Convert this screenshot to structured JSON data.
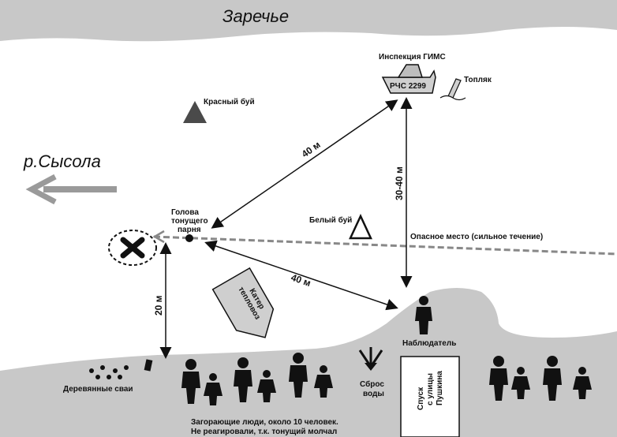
{
  "places": {
    "far_bank": "Заречье",
    "river": "р.Сысола"
  },
  "labels": {
    "red_buoy": "Красный буй",
    "white_buoy": "Белый буй",
    "inspection": "Инспекция ГИМС",
    "boat_id": "РЧС 2299",
    "drowned": "Топляк",
    "head_line1": "Голова",
    "head_line2": "тонущего",
    "head_line3": "парня",
    "danger": "Опасное место (сильное течение)",
    "observer": "Наблюдатель",
    "piles": "Деревянные сваи",
    "discharge_line1": "Сброс",
    "discharge_line2": "воды",
    "descent_line1": "Спуск",
    "descent_line2": "с улицы",
    "descent_line3": "Пушкина",
    "sunbathers_line1": "Загорающие люди, около 10 человек.",
    "sunbathers_line2": "Не реагировали, т.к. тонущий молчал",
    "katamaran_line1": "Катер",
    "katamaran_line2": "тепловоз"
  },
  "distances": {
    "to_inspection": "40 м",
    "inspection_to_shore": "30-40 м",
    "to_observer": "40 м",
    "to_shore": "20 м"
  },
  "colors": {
    "bank": "#c8c8c8",
    "water": "#ffffff",
    "red_buoy": "#4a4a4a",
    "arrow": "#9a9a9a"
  },
  "icons": [
    "cross-mark-icon",
    "boat-icon",
    "person-icon",
    "buoy-icon"
  ]
}
